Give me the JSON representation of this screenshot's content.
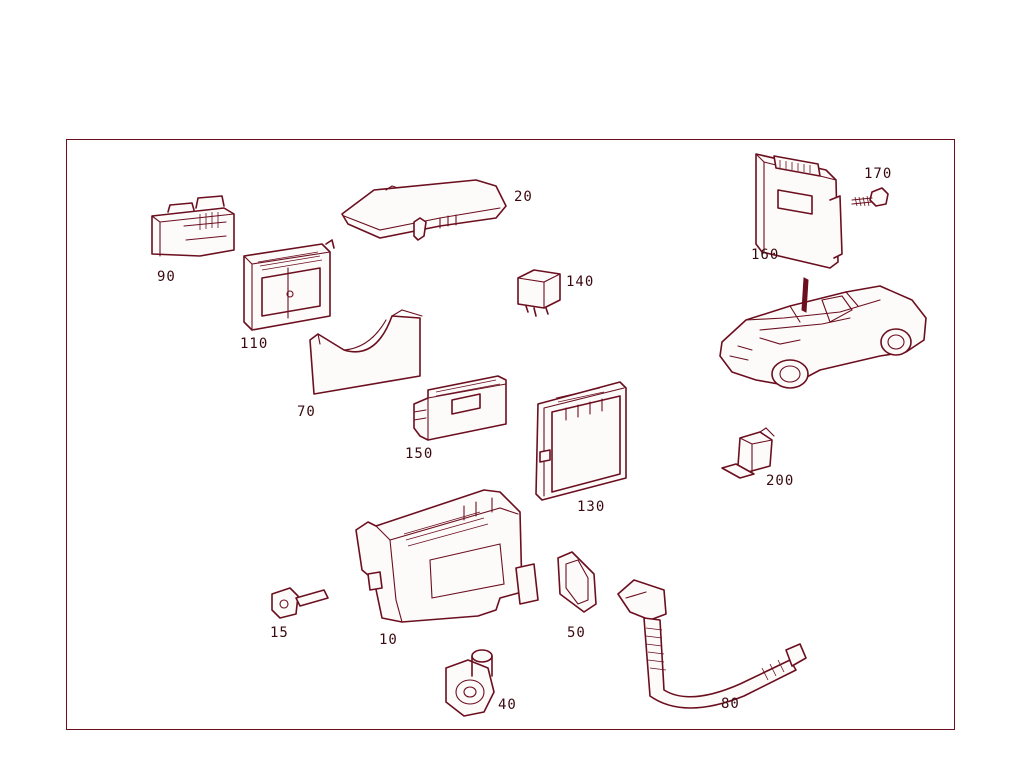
{
  "diagram": {
    "colors": {
      "line": "#6b0f1f",
      "text": "#3a0a10",
      "background": "#ffffff"
    },
    "callouts": {
      "p10": "10",
      "p15": "15",
      "p20": "20",
      "p40": "40",
      "p50": "50",
      "p70": "70",
      "p80": "80",
      "p90": "90",
      "p110": "110",
      "p130": "130",
      "p140": "140",
      "p150": "150",
      "p160": "160",
      "p170": "170",
      "p200": "200"
    }
  }
}
